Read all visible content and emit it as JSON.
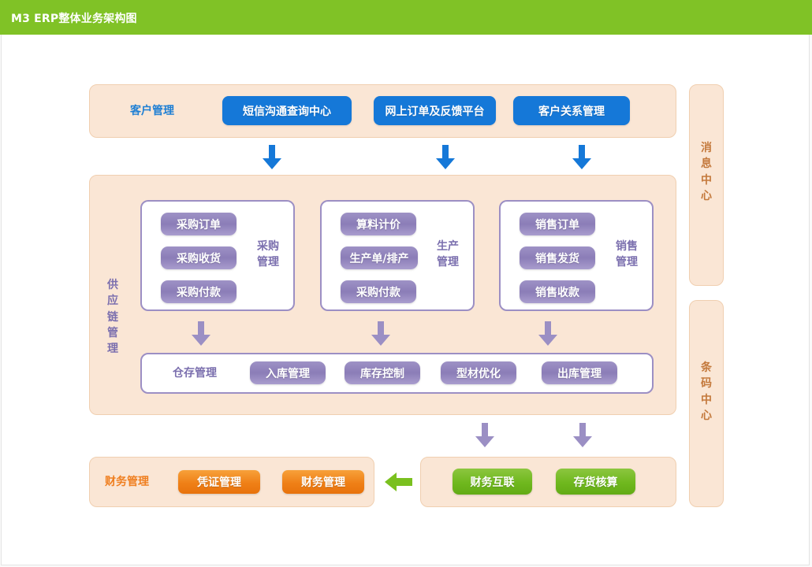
{
  "header": {
    "title": "M3 ERP整体业务架构图",
    "bg_color": "#80c226"
  },
  "customer_section": {
    "label": "客户管理",
    "buttons": [
      {
        "label": "短信沟通查询中心"
      },
      {
        "label": "网上订单及反馈平台"
      },
      {
        "label": "客户关系管理"
      }
    ]
  },
  "supply_chain": {
    "label": "供应链管理",
    "groups": [
      {
        "title": "采购管理",
        "items": [
          "采购订单",
          "采购收货",
          "采购付款"
        ]
      },
      {
        "title": "生产管理",
        "items": [
          "算料计价",
          "生产单/排产",
          "采购付款"
        ]
      },
      {
        "title": "销售管理",
        "items": [
          "销售订单",
          "销售发货",
          "销售收款"
        ]
      }
    ],
    "warehouse": {
      "label": "仓存管理",
      "buttons": [
        "入库管理",
        "库存控制",
        "型材优化",
        "出库管理"
      ]
    }
  },
  "finance_section": {
    "label": "财务管理",
    "buttons": [
      "凭证管理",
      "财务管理"
    ]
  },
  "accounting_section": {
    "buttons": [
      "财务互联",
      "存货核算"
    ]
  },
  "side_panels": [
    {
      "label": "消息中心"
    },
    {
      "label": "条码中心"
    }
  ],
  "colors": {
    "header_green": "#80c226",
    "panel_cream": "#fae6d5",
    "panel_cream_border": "#f0cfb0",
    "blue_button": "#1578d8",
    "purple_button": "#8b7db7",
    "orange_button": "#ef8017",
    "green_button": "#6fb81e",
    "arrow_blue": "#1578d8",
    "arrow_purple": "#9b8fc4",
    "arrow_green": "#7ac01f"
  }
}
